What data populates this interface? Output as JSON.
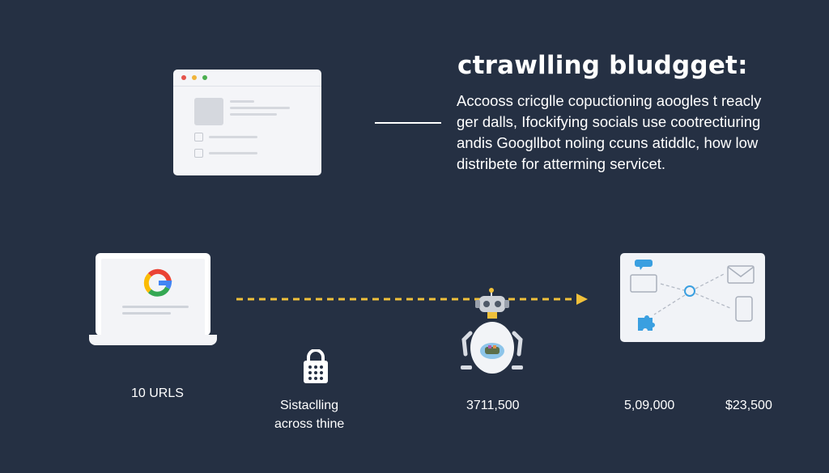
{
  "headline": "ctrawlling bludgget:",
  "paragraph_lines": [
    "Accooss cricglle copuctioning aoogles t reacly",
    "ger dalls, Ifockifying socials use cootrectiuring",
    "andis Googllbot noling ccuns atiddlc, how low",
    "distribete for atterming servicet."
  ],
  "labels": {
    "urls": "10 URLS",
    "crawling_line1": "Sistaclling",
    "crawling_line2": "across thine",
    "value_1": "3711,500",
    "value_2": "5,09,000",
    "value_3": "$23,500"
  },
  "colors": {
    "background": "#253043",
    "arrow": "#f0c03a",
    "accent_blue": "#3a9fe0"
  },
  "icons": {
    "browser": "browser-window-icon",
    "google": "google-g-logo",
    "lock": "lock-keypad-icon",
    "robot": "crawler-robot-icon",
    "network": "network-diagram-icon"
  }
}
